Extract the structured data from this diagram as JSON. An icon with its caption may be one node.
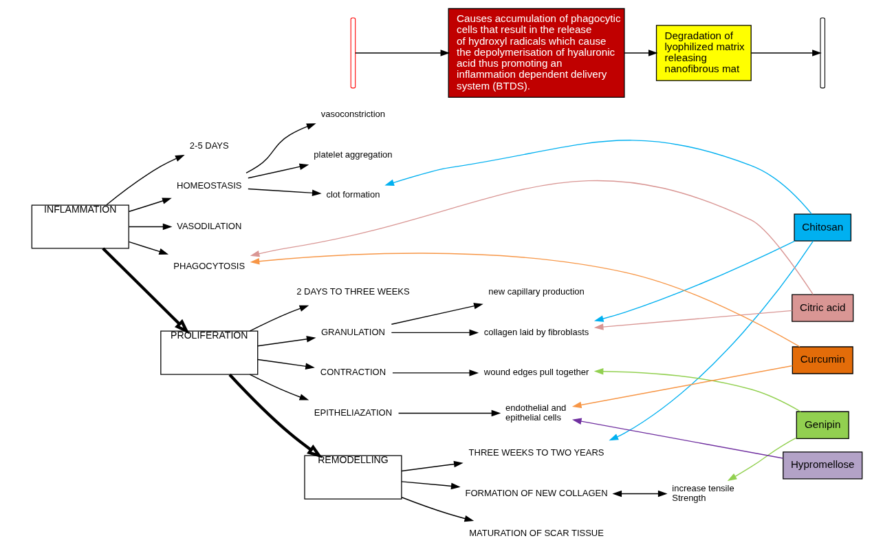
{
  "diagram": {
    "nodes": [
      {
        "text": [
          "INFLAMMATION"
        ]
      },
      {
        "text": [
          "2-5 DAYS"
        ]
      },
      {
        "text": [
          "HOMEOSTASIS"
        ]
      },
      {
        "text": [
          "VASODILATION"
        ]
      },
      {
        "text": [
          "PHAGOCYTOSIS"
        ]
      },
      {
        "text": [
          "vasoconstriction"
        ]
      },
      {
        "text": [
          "platelet aggregation"
        ]
      },
      {
        "text": [
          "clot formation"
        ]
      },
      {
        "text": [],
        "shape": "brace"
      },
      {
        "text": [
          "Causes accumulation of phagocytic cells that result in the release of hydroxyl radicals which cause the depolymerisation of hyaluronic acid thus promoting an inflammation dependent delivery system (BTDS)."
        ]
      },
      {
        "text": [
          "Degradation of lyophilized matrix releasing nanofibrous mat"
        ]
      },
      {
        "text": [
          "PROLIFERATION"
        ]
      },
      {
        "text": [
          "2 DAYS TO THREE WEEKS"
        ]
      },
      {
        "text": [
          "GRANULATION"
        ]
      },
      {
        "text": [
          "CONTRACTION"
        ]
      },
      {
        "text": [
          "EPITHELIAZATION"
        ]
      },
      {
        "text": [
          "new capillary production"
        ]
      },
      {
        "text": [
          "collagen laid by fibroblasts"
        ]
      },
      {
        "text": [
          "wound edges pull together"
        ]
      },
      {
        "text": [
          "endothelial and epithelial cells"
        ]
      },
      {
        "text": [
          "REMODELLING"
        ]
      },
      {
        "text": [
          "THREE WEEKS TO TWO YEARS"
        ]
      },
      {
        "text": [
          "FORMATION OF NEW COLLAGEN"
        ]
      },
      {
        "text": [
          "MATURATION OF SCAR TISSUE"
        ]
      },
      {
        "text": [
          "increase tensile Strength"
        ]
      },
      {
        "text": [
          "Chitosan"
        ]
      },
      {
        "text": [
          "Citric acid"
        ]
      },
      {
        "text": [
          "Genipin"
        ]
      },
      {
        "text": [
          "Hypromellose"
        ]
      },
      {
        "text": [
          "Curcumin"
        ]
      },
      {
        "text": [],
        "shape": "brace"
      }
    ],
    "edges": [
      {
        "from": 0,
        "to": 1,
        "arrow": "to"
      },
      {
        "from": 0,
        "to": 2,
        "arrow": "to"
      },
      {
        "from": 0,
        "to": 3,
        "arrow": "to"
      },
      {
        "from": 0,
        "to": 4,
        "arrow": "to"
      },
      {
        "from": 2,
        "to": 5,
        "arrow": "to"
      },
      {
        "from": 2,
        "to": 6,
        "arrow": "to"
      },
      {
        "from": 2,
        "to": 7,
        "arrow": "to"
      },
      {
        "from": 8,
        "to": 9,
        "arrow": "to"
      },
      {
        "from": 9,
        "to": 10,
        "arrow": "to"
      },
      {
        "from": 10,
        "to": 30,
        "arrow": "to"
      },
      {
        "from": 0,
        "to": 11,
        "arrow": "to",
        "style": "thick"
      },
      {
        "from": 11,
        "to": 20,
        "arrow": "to",
        "style": "thick"
      },
      {
        "from": 11,
        "to": 12,
        "arrow": "to"
      },
      {
        "from": 11,
        "to": 13,
        "arrow": "to"
      },
      {
        "from": 11,
        "to": 14,
        "arrow": "to"
      },
      {
        "from": 11,
        "to": 15,
        "arrow": "to"
      },
      {
        "from": 13,
        "to": 16,
        "arrow": "to"
      },
      {
        "from": 13,
        "to": 17,
        "arrow": "to"
      },
      {
        "from": 14,
        "to": 18,
        "arrow": "to"
      },
      {
        "from": 15,
        "to": 19,
        "arrow": "to"
      },
      {
        "from": 20,
        "to": 21,
        "arrow": "to"
      },
      {
        "from": 20,
        "to": 22,
        "arrow": "to"
      },
      {
        "from": 20,
        "to": 23,
        "arrow": "to"
      },
      {
        "from": 22,
        "to": 24,
        "arrow": "both"
      },
      {
        "from": 25,
        "to": 7,
        "arrow": "to",
        "color": "#00b0f0"
      },
      {
        "from": 25,
        "to": 17,
        "arrow": "to",
        "color": "#00b0f0"
      },
      {
        "from": 25,
        "to": 21,
        "arrow": "to",
        "color": "#00b0f0"
      },
      {
        "from": 26,
        "to": 4,
        "arrow": "to",
        "color": "#d99694"
      },
      {
        "from": 26,
        "to": 17,
        "arrow": "to",
        "color": "#d99694"
      },
      {
        "from": 27,
        "to": 18,
        "arrow": "to",
        "color": "#92d050"
      },
      {
        "from": 27,
        "to": 24,
        "arrow": "to",
        "color": "#92d050"
      },
      {
        "from": 28,
        "to": 19,
        "arrow": "to",
        "color": "#7030a0"
      },
      {
        "from": 29,
        "to": 4,
        "arrow": "to",
        "color": "#f79646"
      },
      {
        "from": 29,
        "to": 19,
        "arrow": "to",
        "color": "#f79646"
      }
    ]
  }
}
